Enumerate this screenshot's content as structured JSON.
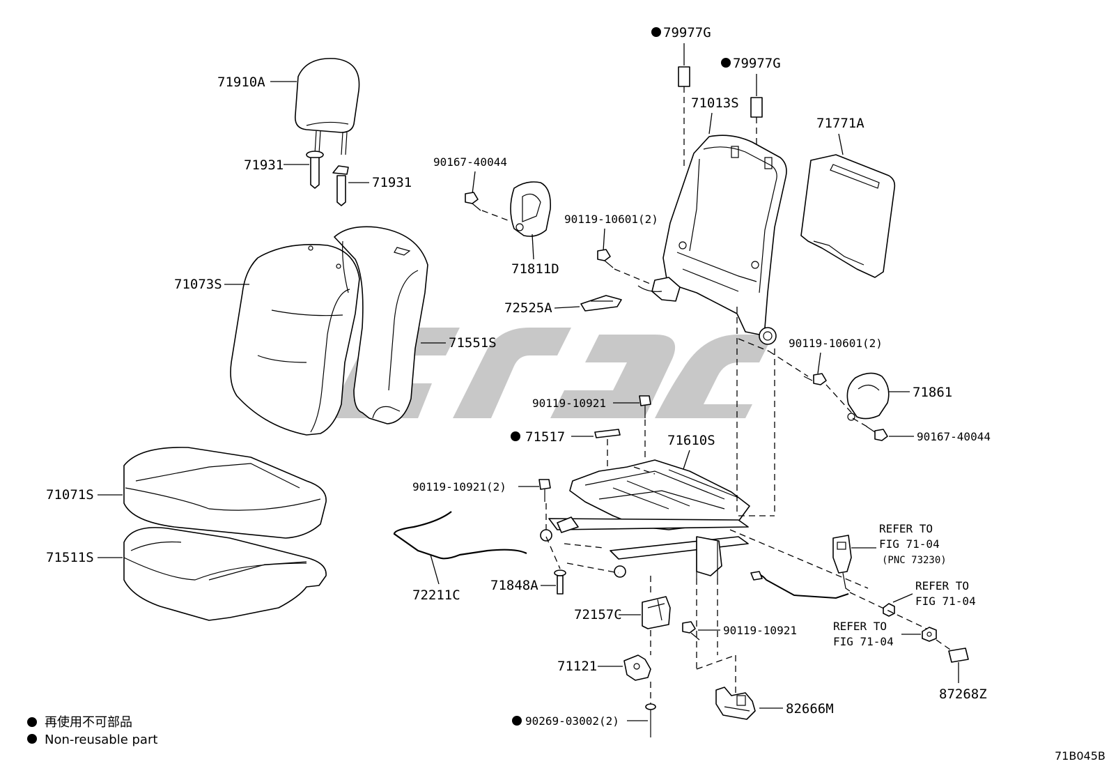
{
  "parts": {
    "p71910A": "71910A",
    "p71931_left": "71931",
    "p71931_right": "71931",
    "p71073S": "71073S",
    "p71551S": "71551S",
    "p71071S": "71071S",
    "p71511S": "71511S",
    "p90167_40044_top": "90167-40044",
    "p71811D": "71811D",
    "p72525A": "72525A",
    "p90119_10601_left": "90119-10601(2)",
    "p79977G_a": "79977G",
    "p79977G_b": "79977G",
    "p71013S": "71013S",
    "p71771A": "71771A",
    "p90119_10601_right": "90119-10601(2)",
    "p71861": "71861",
    "p90167_40044_right": "90167-40044",
    "p90119_10921_mid": "90119-10921",
    "p71517": "71517",
    "p71610S": "71610S",
    "p90119_10921_2": "90119-10921(2)",
    "p72211C": "72211C",
    "p71848A": "71848A",
    "p72157C": "72157C",
    "p90119_10921_low": "90119-10921",
    "p71121": "71121",
    "p90269_03002": "90269-03002(2)",
    "p82666M": "82666M",
    "p87268Z": "87268Z"
  },
  "refs": {
    "ref1_line1": "REFER TO",
    "ref1_line2": "FIG 71-04",
    "ref1_line3": "(PNC 73230)",
    "ref2_line1": "REFER TO",
    "ref2_line2": "FIG 71-04",
    "ref3_line1": "REFER TO",
    "ref3_line2": "FIG 71-04"
  },
  "legend": {
    "jp": "再使用不可部品",
    "en": "Non-reusable part"
  },
  "diagram_code": "71B045B",
  "icons": {
    "bullet": "filled-circle-icon",
    "watermark": "watermark-logo"
  }
}
